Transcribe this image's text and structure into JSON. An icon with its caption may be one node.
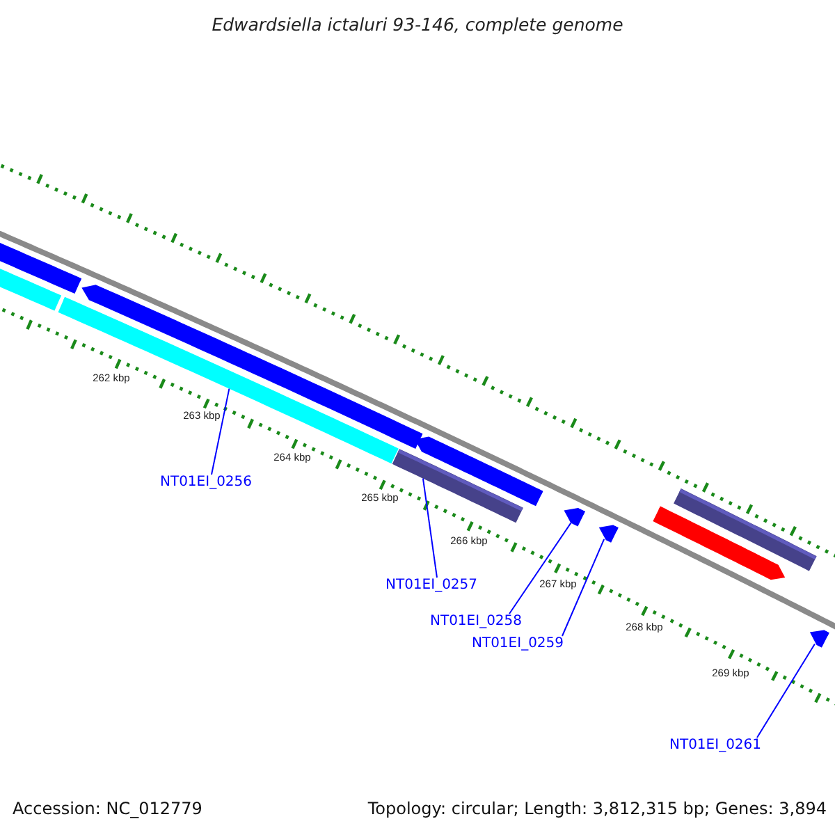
{
  "diagram": {
    "title": "Edwardsiella ictaluri 93-146, complete genome",
    "nodes": [
      {
        "text": [
          "NT01EI_0256"
        ]
      },
      {
        "text": [
          "NT01EI_0257"
        ]
      },
      {
        "text": [
          "NT01EI_0258"
        ]
      },
      {
        "text": [
          "NT01EI_0259"
        ]
      },
      {
        "text": [
          "NT01EI_0261"
        ]
      },
      {
        "text": [],
        "shape": "bar"
      },
      {
        "text": [],
        "shape": "bar"
      },
      {
        "text": [],
        "shape": "bar"
      },
      {
        "text": [],
        "shape": "bar"
      },
      {
        "text": [],
        "shape": "bar"
      },
      {
        "text": [],
        "shape": "bar"
      },
      {
        "text": [],
        "shape": "bar"
      },
      {
        "text": [],
        "shape": "bar"
      },
      {
        "text": [],
        "shape": "bar"
      },
      {
        "text": [],
        "shape": "bar"
      },
      {
        "text": [],
        "shape": "bar"
      }
    ],
    "edges": [
      {
        "from": 0,
        "to": 7,
        "arrow": "none"
      },
      {
        "from": 1,
        "to": 9,
        "arrow": "none"
      },
      {
        "from": 2,
        "to": 11,
        "arrow": "none"
      },
      {
        "from": 3,
        "to": 12,
        "arrow": "none"
      },
      {
        "from": 4,
        "to": 15,
        "arrow": "none"
      }
    ],
    "labels": [
      "262 kbp",
      "263 kbp",
      "264 kbp",
      "265 kbp",
      "266 kbp",
      "267 kbp",
      "268 kbp",
      "269 kbp",
      "Accession: NC_012779",
      "Topology: circular; Length: 3,812,315 bp; Genes: 3,894"
    ]
  }
}
